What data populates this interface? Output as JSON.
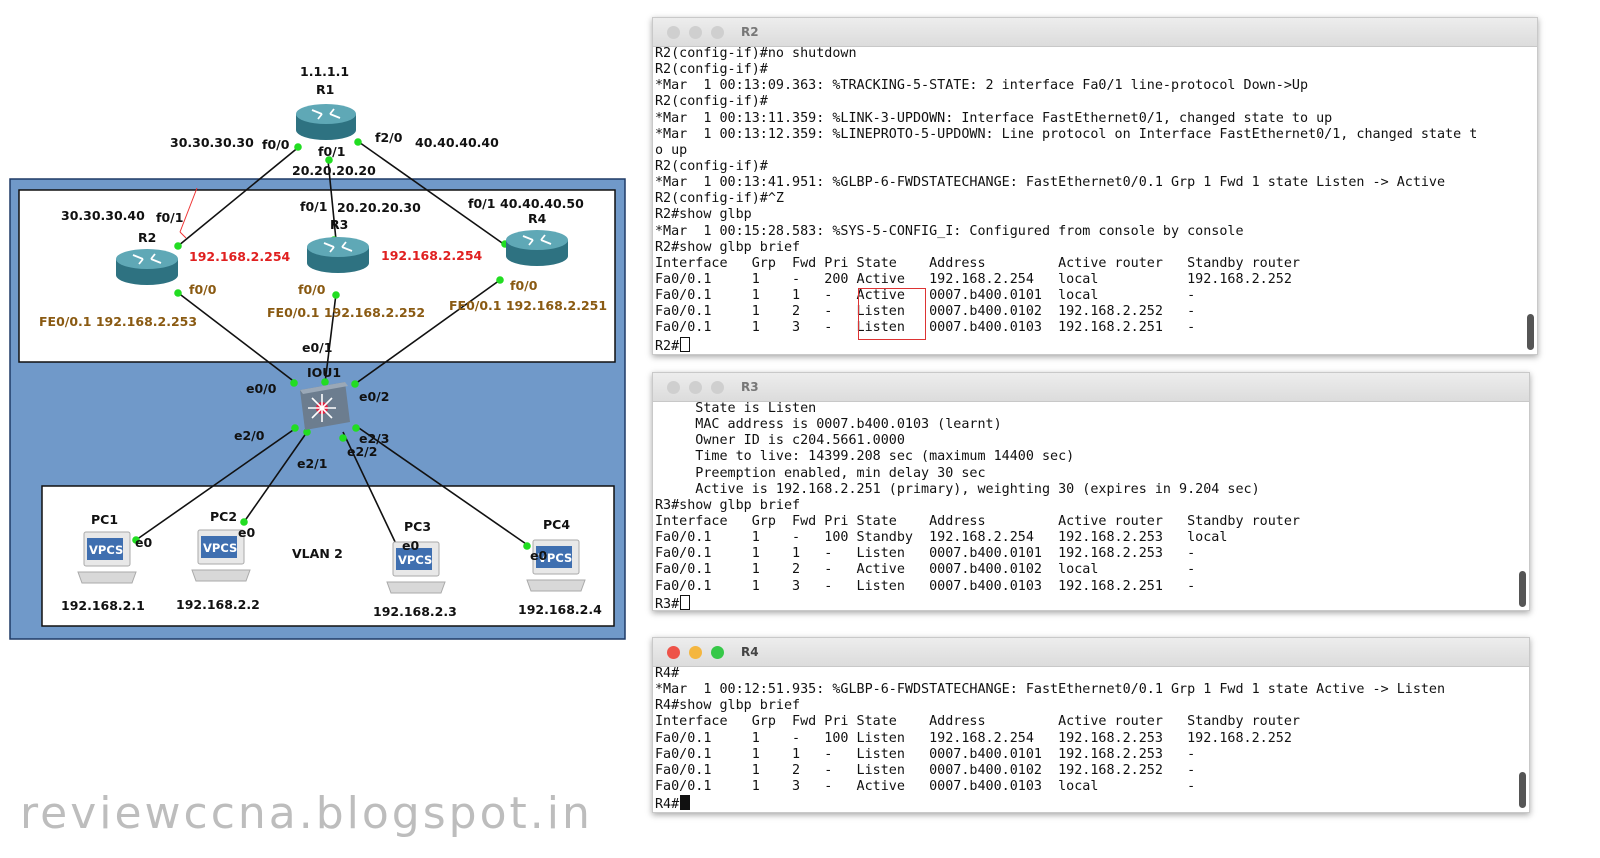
{
  "topology": {
    "r1": {
      "name": "R1",
      "loopback": "1.1.1.1",
      "left_ip": "30.30.30.30",
      "right_ip": "40.40.40.40",
      "mid_ip": "20.20.20.20",
      "if_left": "f0/0",
      "if_mid": "f0/1",
      "if_right": "f2/0"
    },
    "r2": {
      "name": "R2",
      "wan_ip": "30.30.30.40",
      "wan_if": "f0/1",
      "vip": "192.168.2.254",
      "lan_if": "f0/0",
      "sub_if": "FE0/0.1 192.168.2.253"
    },
    "r3": {
      "name": "R3",
      "wan_if": "f0/1",
      "wan_ip": "20.20.20.30",
      "vip": "192.168.2.254",
      "lan_if": "f0/0",
      "sub_if": "FE0/0.1 192.168.2.252"
    },
    "r4": {
      "name": "R4",
      "wan_if": "f0/1",
      "wan_ip": "40.40.40.50",
      "lan_if": "f0/0",
      "sub_if": "FE0/0.1 192.168.2.251"
    },
    "switch": {
      "name": "IOU1",
      "e0_0": "e0/0",
      "e0_1": "e0/1",
      "e0_2": "e0/2",
      "e2_0": "e2/0",
      "e2_1": "e2/1",
      "e2_2": "e2/2",
      "e2_3": "e2/3"
    },
    "vlan": "VLAN 2",
    "pcs": [
      {
        "name": "PC1",
        "ip": "192.168.2.1",
        "if": "e0",
        "badge": "VPCS"
      },
      {
        "name": "PC2",
        "ip": "192.168.2.2",
        "if": "e0",
        "badge": "VPCS"
      },
      {
        "name": "PC3",
        "ip": "192.168.2.3",
        "if": "e0",
        "badge": "VPCS"
      },
      {
        "name": "PC4",
        "ip": "192.168.2.4",
        "if": "e0",
        "badge": "VPCS"
      }
    ]
  },
  "terminals": {
    "r2": {
      "title": "R2",
      "lines": [
        "R2(config-if)#no shutdown",
        "R2(config-if)#",
        "*Mar  1 00:13:09.363: %TRACKING-5-STATE: 2 interface Fa0/1 line-protocol Down->Up",
        "R2(config-if)#",
        "*Mar  1 00:13:11.359: %LINK-3-UPDOWN: Interface FastEthernet0/1, changed state to up",
        "*Mar  1 00:13:12.359: %LINEPROTO-5-UPDOWN: Line protocol on Interface FastEthernet0/1, changed state t",
        "o up",
        "R2(config-if)#",
        "*Mar  1 00:13:41.951: %GLBP-6-FWDSTATECHANGE: FastEthernet0/0.1 Grp 1 Fwd 1 state Listen -> Active",
        "R2(config-if)#^Z",
        "R2#show glbp",
        "*Mar  1 00:15:28.583: %SYS-5-CONFIG_I: Configured from console by console",
        "R2#show glbp brief",
        "Interface   Grp  Fwd Pri State    Address         Active router   Standby router",
        "Fa0/0.1     1    -   200 Active   192.168.2.254   local           192.168.2.252",
        "Fa0/0.1     1    1   -   Active   0007.b400.0101  local           -",
        "Fa0/0.1     1    2   -   Listen   0007.b400.0102  192.168.2.252   -",
        "Fa0/0.1     1    3   -   Listen   0007.b400.0103  192.168.2.251   -"
      ],
      "prompt": "R2#"
    },
    "r3": {
      "title": "R3",
      "lines": [
        "     State is Listen",
        "     MAC address is 0007.b400.0103 (learnt)",
        "     Owner ID is c204.5661.0000",
        "     Time to live: 14399.208 sec (maximum 14400 sec)",
        "     Preemption enabled, min delay 30 sec",
        "     Active is 192.168.2.251 (primary), weighting 30 (expires in 9.204 sec)",
        "R3#show glbp brief",
        "Interface   Grp  Fwd Pri State    Address         Active router   Standby router",
        "Fa0/0.1     1    -   100 Standby  192.168.2.254   192.168.2.253   local",
        "Fa0/0.1     1    1   -   Listen   0007.b400.0101  192.168.2.253   -",
        "Fa0/0.1     1    2   -   Active   0007.b400.0102  local           -",
        "Fa0/0.1     1    3   -   Listen   0007.b400.0103  192.168.2.251   -"
      ],
      "prompt": "R3#"
    },
    "r4": {
      "title": "R4",
      "lines": [
        "R4#",
        "*Mar  1 00:12:51.935: %GLBP-6-FWDSTATECHANGE: FastEthernet0/0.1 Grp 1 Fwd 1 state Active -> Listen",
        "R4#show glbp brief",
        "Interface   Grp  Fwd Pri State    Address         Active router   Standby router",
        "Fa0/0.1     1    -   100 Listen   192.168.2.254   192.168.2.253   192.168.2.252",
        "Fa0/0.1     1    1   -   Listen   0007.b400.0101  192.168.2.253   -",
        "Fa0/0.1     1    2   -   Listen   0007.b400.0102  192.168.2.252   -",
        "Fa0/0.1     1    3   -   Active   0007.b400.0103  local           -"
      ],
      "prompt": "R4#"
    }
  },
  "watermark": "reviewccna.blogspot.in",
  "colors": {
    "blue_area": "#7099c9",
    "red_label": "#e02020",
    "brown_label": "#8a5a12",
    "link_green": "#22dd22",
    "highlight_red": "#dd3333"
  }
}
